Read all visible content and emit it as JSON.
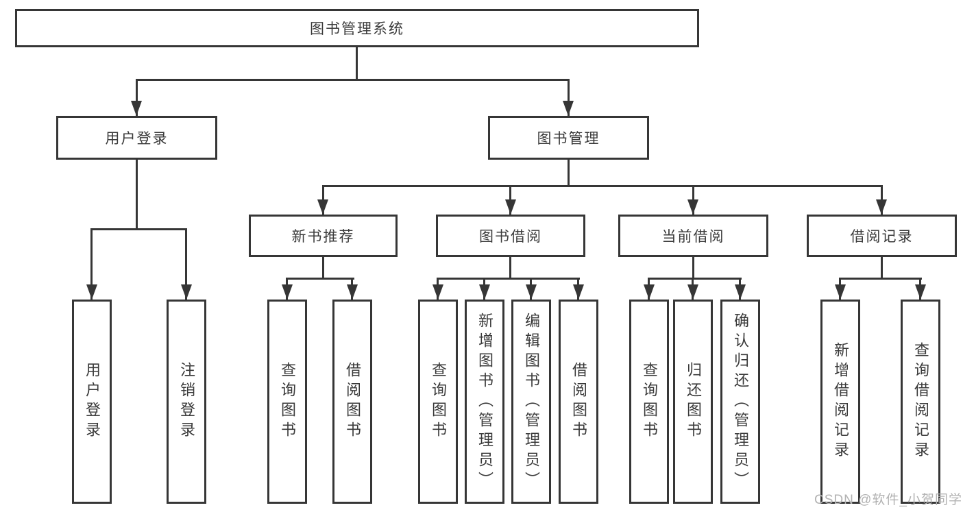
{
  "diagram": {
    "title": "图书管理系统",
    "level2": {
      "user_login": "用户登录",
      "book_mgmt": "图书管理"
    },
    "level3": {
      "new_book": "新书推荐",
      "book_borrow": "图书借阅",
      "current_borrow": "当前借阅",
      "borrow_record": "借阅记录"
    },
    "leaves": {
      "user_login": [
        "用户登录",
        "注销登录"
      ],
      "new_book": [
        "查询图书",
        "借阅图书"
      ],
      "book_borrow": [
        "查询图书",
        "新增图书（管理员）",
        "编辑图书（管理员）",
        "借阅图书"
      ],
      "current_borrow": [
        "查询图书",
        "归还图书",
        "确认归还（管理员）"
      ],
      "borrow_record": [
        "新增借阅记录",
        "查询借阅记录"
      ]
    }
  },
  "watermark": "CSDN @软件_小贺同学",
  "colors": {
    "line": "#363636",
    "text": "#3a3a3a",
    "background": "#ffffff",
    "watermark": "#b2b2b2"
  }
}
